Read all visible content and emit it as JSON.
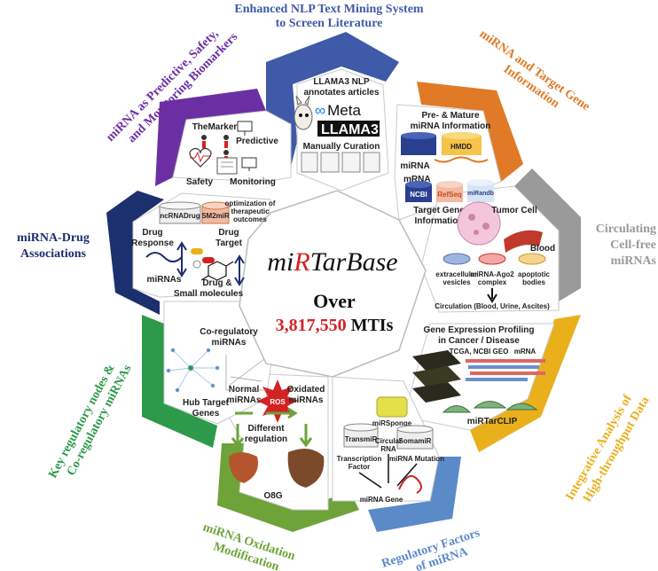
{
  "colors": {
    "top": "#3f5aa8",
    "orange": "#e07a26",
    "gray": "#9a9a9a",
    "yellow": "#e9b01c",
    "blue_lower": "#5b8ac9",
    "green_lower": "#6ea33a",
    "green": "#2c9a4a",
    "navy": "#1c2f6e",
    "purple": "#6b2fa3",
    "red": "#d32222"
  },
  "center": {
    "logo_pre": "mi",
    "logo_mid": "R",
    "logo_post": "TarBase",
    "over_label": "Over",
    "mti_count": "3,817,550",
    "mti_unit": "MTIs"
  },
  "sections": {
    "text_mining": {
      "title_line1": "Enhanced NLP Text Mining System",
      "title_line2": "to Screen Literature",
      "annot1": "LLAMA3 NLP",
      "annot2": "annotates articles",
      "meta": "Meta",
      "llama": "LLAMA",
      "llama_num": "3",
      "curation": "Manually Curation"
    },
    "target_gene": {
      "title_line1": "miRNA and Target Gene",
      "title_line2": "Information",
      "pre_mature1": "Pre- & Mature",
      "pre_mature2": "miRNA Information",
      "hmdd": "HMDD",
      "mirbase": "miRNA",
      "mrna": "mRNA",
      "ncbi": "NCBI",
      "refseq": "RefSeq",
      "mirandb": "miRandb",
      "tg_info1": "Target Gene",
      "tg_info2": "Information"
    },
    "circulating": {
      "title_line1": "Circulating",
      "title_line2": "Cell-free",
      "title_line3": "miRNAs",
      "tumor": "Tumor Cell",
      "blood": "Blood",
      "ev1": "extracellular",
      "ev2": "vesicles",
      "ago1": "miRNA-Ago2",
      "ago2": "complex",
      "apop1": "apoptotic",
      "apop2": "bodies",
      "circulation": "Circulation (Blood, Urine, Ascites)"
    },
    "integrative": {
      "title_line1": "Integrative Analysis of",
      "title_line2": "High-throughput Data",
      "profiling1": "Gene Expression Profiling",
      "profiling2": "in Cancer / Disease",
      "sources": "TCGA, NCBI GEO",
      "mrna": "mRNA",
      "clip": "miRTarCLIP"
    },
    "regulatory": {
      "title_line1": "Regulatory Factors",
      "title_line2": "of miRNA",
      "transmir": "TransmiR",
      "mirsponge": "miRSponge",
      "somamir": "SomamiR",
      "tf1": "Transcription",
      "tf2": "Factor",
      "circ1": "Circular",
      "circ2": "RNA",
      "mutation": "miRNA Mutation",
      "gene": "miRNA Gene"
    },
    "oxidation": {
      "title_line1": "miRNA Oxidation",
      "title_line2": "Modification",
      "normal1": "Normal",
      "normal2": "miRNAs",
      "ros": "ROS",
      "ox1": "Oxidated",
      "ox2": "miRNAs",
      "diff1": "Different",
      "diff2": "regulation",
      "o8g": "O8G"
    },
    "key_regulatory": {
      "title_line1": "Key regulatory nodes &",
      "title_line2": "Co-regulatory miRNAs",
      "coreg1": "Co-regulatory",
      "coreg2": "miRNAs",
      "hub1": "Hub Target",
      "hub2": "Genes"
    },
    "drug": {
      "title_line1": "miRNA-Drug",
      "title_line2": "Associations",
      "ncrnadrug": "ncRNADrug",
      "sm2mir": "SM2miR",
      "opt1": "optimization of",
      "opt2": "therapeutic",
      "opt3": "outcomes",
      "resp1": "Drug",
      "resp2": "Response",
      "target1": "Drug",
      "target2": "Target",
      "mirnas": "miRNAs",
      "drug1": "Drug &",
      "drug2": "Small molecules"
    },
    "biomarkers": {
      "title_line1": "miRNA as Predictive, Safety,",
      "title_line2": "and Monitoring Biomarkers",
      "themarker": "TheMarker",
      "predictive": "Predictive",
      "safety": "Safety",
      "monitoring": "Monitoring"
    }
  }
}
